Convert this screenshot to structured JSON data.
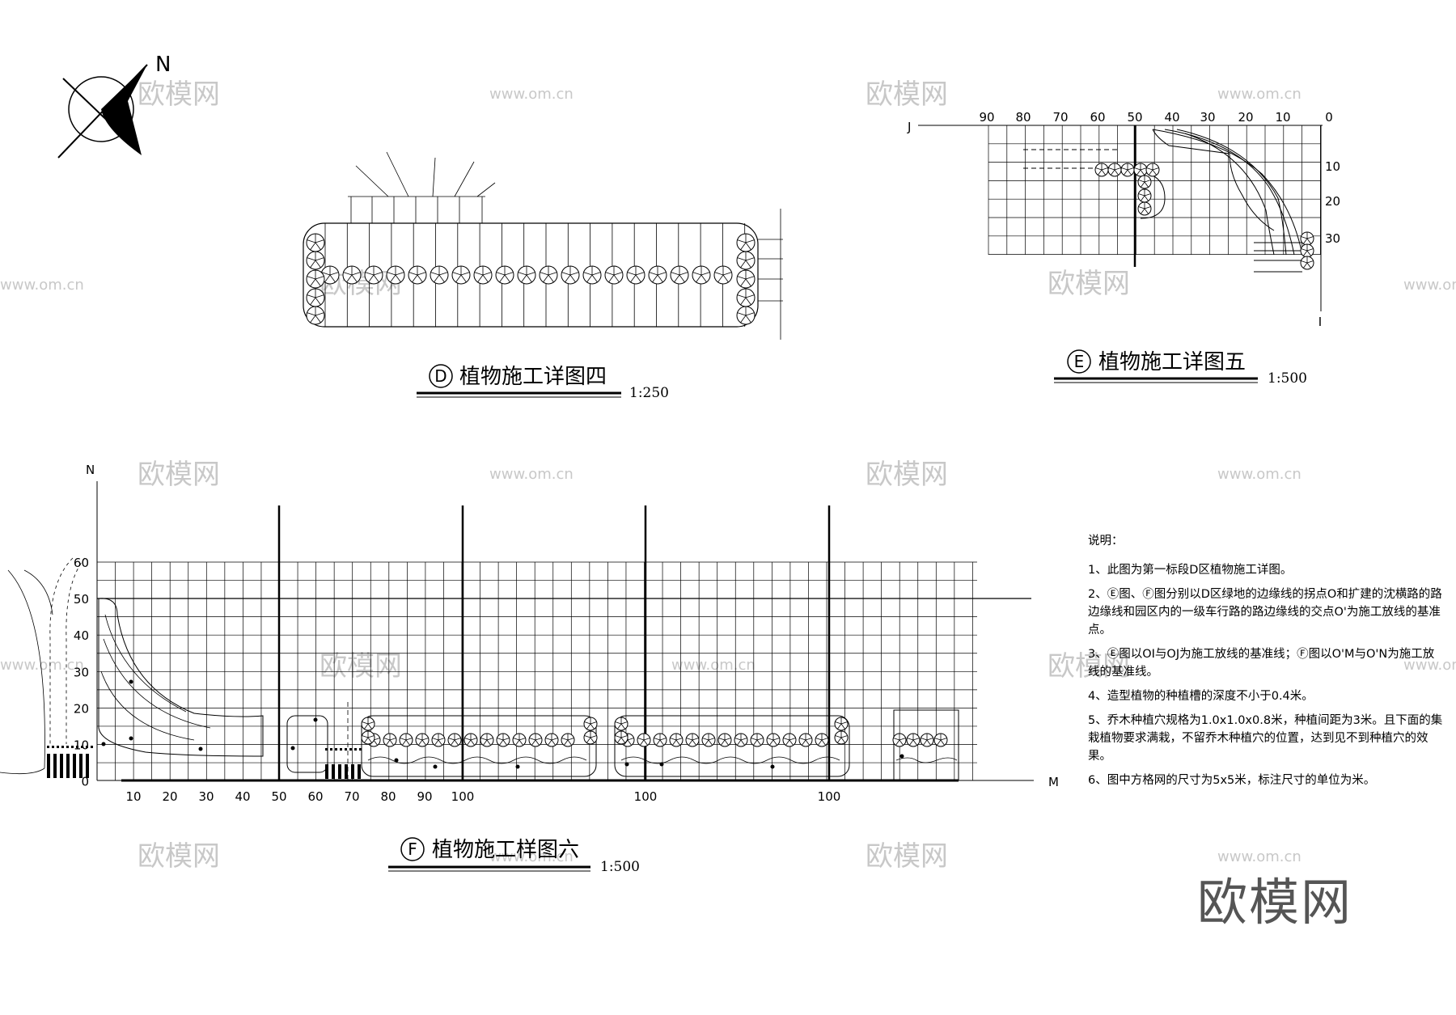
{
  "compass": {
    "north_label": "N"
  },
  "detail_d": {
    "circle_letter": "D",
    "title": "植物施工详图四",
    "scale": "1:250"
  },
  "detail_e": {
    "circle_letter": "E",
    "title": "植物施工详图五",
    "scale": "1:500",
    "axis_top": [
      "90",
      "80",
      "70",
      "60",
      "50",
      "40",
      "30",
      "20",
      "10",
      "0"
    ],
    "axis_right": [
      "10",
      "20",
      "30"
    ],
    "corner_j": "J",
    "corner_i": "I"
  },
  "detail_f": {
    "circle_letter": "F",
    "title": "植物施工样图六",
    "scale": "1:500",
    "axis_y": [
      "60",
      "50",
      "40",
      "30",
      "20",
      "10",
      "0"
    ],
    "axis_x": [
      "10",
      "20",
      "30",
      "40",
      "50",
      "60",
      "70",
      "80",
      "90",
      "100",
      "100",
      "100"
    ],
    "corner_n": "N",
    "corner_m": "M"
  },
  "notes": {
    "heading": "说明：",
    "items": [
      "1、此图为第一标段D区植物施工详图。",
      "2、Ⓔ图、Ⓕ图分别以D区绿地的边缘线的拐点O和扩建的沈横路的路边缘线和园区内的一级车行路的路边缘线的交点O'为施工放线的基准点。",
      "3、Ⓔ图以OI与OJ为施工放线的基准线；Ⓕ图以O'M与O'N为施工放线的基准线。",
      "4、造型植物的种植槽的深度不小于0.4米。",
      "5、乔木种植穴规格为1.0x1.0x0.8米，种植间距为3米。且下面的集栽植物要求满栽，不留乔木种植穴的位置，达到见不到种植穴的效果。",
      "6、图中方格网的尺寸为5x5米，标注尺寸的单位为米。"
    ]
  },
  "watermark": {
    "brand": "欧模网",
    "url": "www.om.cn"
  }
}
